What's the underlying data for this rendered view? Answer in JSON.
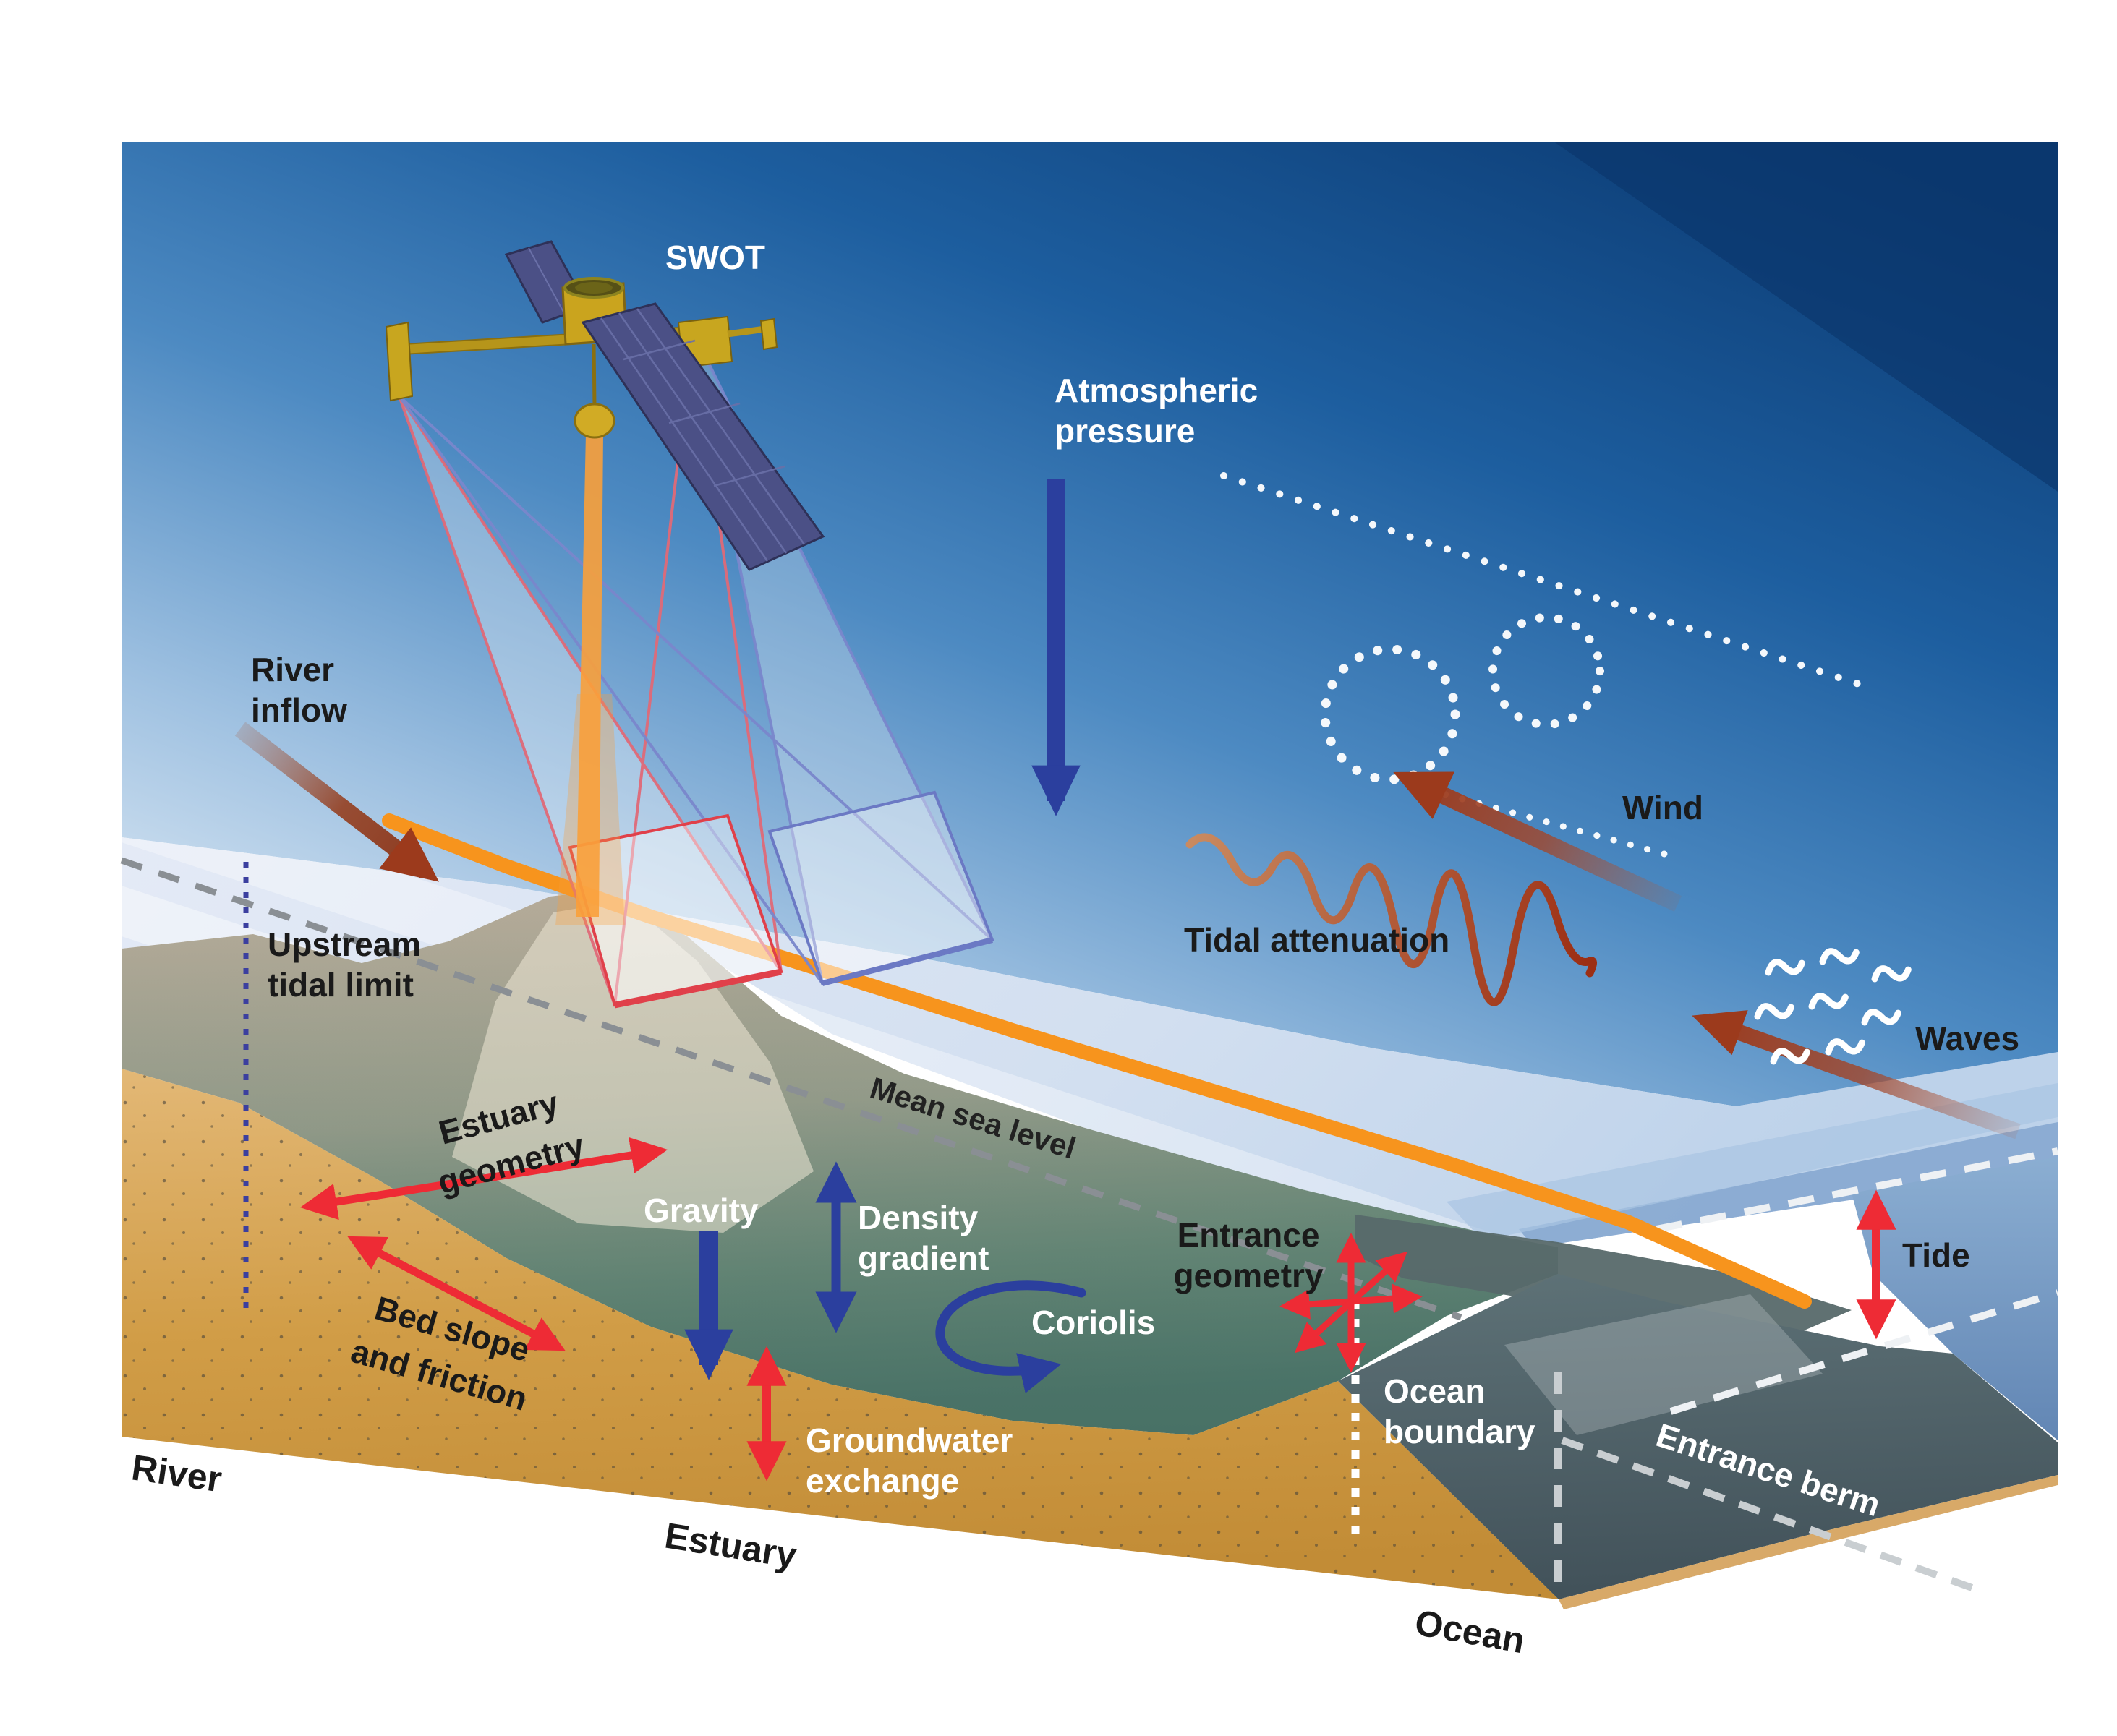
{
  "figure": {
    "subject": "SWOT satellite observing estuary processes diagram",
    "labels": {
      "swot": "SWOT",
      "atmospheric_pressure_1": "Atmospheric",
      "atmospheric_pressure_2": "pressure",
      "wind": "Wind",
      "tidal_attenuation": "Tidal attenuation",
      "waves": "Waves",
      "tide": "Tide",
      "river_inflow_1": "River",
      "river_inflow_2": "inflow",
      "upstream_tidal_limit_1": "Upstream",
      "upstream_tidal_limit_2": "tidal limit",
      "estuary_geometry_1": "Estuary",
      "estuary_geometry_2": "geometry",
      "bed_slope_1": "Bed slope",
      "bed_slope_2": "and friction",
      "gravity": "Gravity",
      "density_gradient_1": "Density",
      "density_gradient_2": "gradient",
      "coriolis": "Coriolis",
      "groundwater_1": "Groundwater",
      "groundwater_2": "exchange",
      "mean_sea_level": "Mean sea level",
      "entrance_geometry_1": "Entrance",
      "entrance_geometry_2": "geometry",
      "ocean_boundary_1": "Ocean",
      "ocean_boundary_2": "boundary",
      "entrance_berm": "Entrance berm",
      "river": "River",
      "estuary": "Estuary",
      "ocean": "Ocean"
    },
    "colors": {
      "sky_dark": "#0b3a72",
      "sky_light": "#e8f0f8",
      "water_surface": "#d9e2f2",
      "ocean_blue": "#7d9cc5",
      "sand": "#d8a452",
      "bank_taupe": "#b7ab99",
      "estuary_green": "#5e7f74",
      "berm_slate": "#50636a",
      "track_orange": "#f7941d",
      "arrow_red": "#ee2b35",
      "arrow_blue": "#2b3f9e",
      "arrow_darkred": "#9c3a1c",
      "swath_pink": "#e06a78",
      "swath_blue": "#7a87cc"
    }
  }
}
